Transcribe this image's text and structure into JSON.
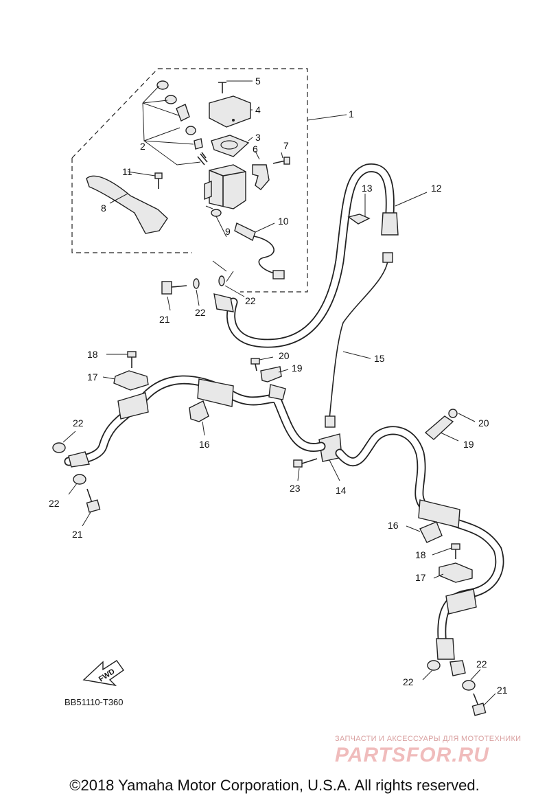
{
  "diagram_code": "BB51110-T360",
  "fwd_label": "FWD",
  "copyright": "©2018 Yamaha Motor Corporation, U.S.A. All rights reserved.",
  "watermark": {
    "tagline": "ЗАПЧАСТИ И АКСЕССУАРЫ ДЛЯ МОТОТЕХНИКИ",
    "logo": "PARTSFOR.RU"
  },
  "callouts": {
    "c1": "1",
    "c2": "2",
    "c3": "3",
    "c4": "4",
    "c5": "5",
    "c6": "6",
    "c7": "7",
    "c8": "8",
    "c9": "9",
    "c10": "10",
    "c11": "11",
    "c12": "12",
    "c13": "13",
    "c14": "14",
    "c15": "15",
    "c16a": "16",
    "c16b": "16",
    "c17a": "17",
    "c17b": "17",
    "c18a": "18",
    "c18b": "18",
    "c19a": "19",
    "c19b": "19",
    "c20a": "20",
    "c20b": "20",
    "c21a": "21",
    "c21b": "21",
    "c21c": "21",
    "c22a": "22",
    "c22b": "22",
    "c22c": "22",
    "c22d": "22",
    "c22e": "22",
    "c22f": "22",
    "c23": "23"
  }
}
